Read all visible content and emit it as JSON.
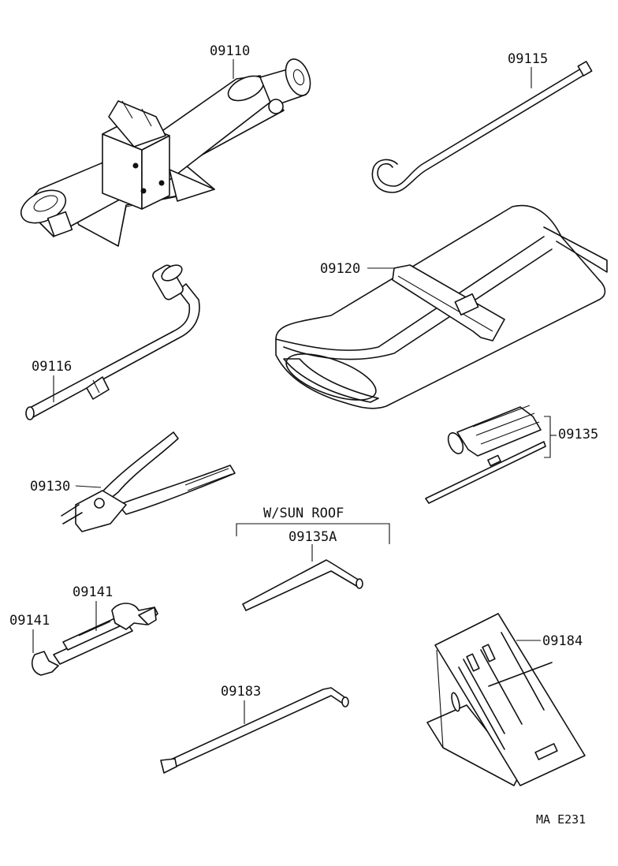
{
  "labels": {
    "jack": "09110",
    "jack_handle": "09115",
    "tool_bag": "09120",
    "wheel_wrench": "09116",
    "pliers": "09130",
    "screwdriver": "09135",
    "group_title": "W/SUN ROOF",
    "sunroof_wrench": "09135A",
    "wrench_upper": "09141",
    "wrench_lower": "09141",
    "chock": "09184",
    "hub_wrench": "09183",
    "drawing_code": "MA E231"
  }
}
